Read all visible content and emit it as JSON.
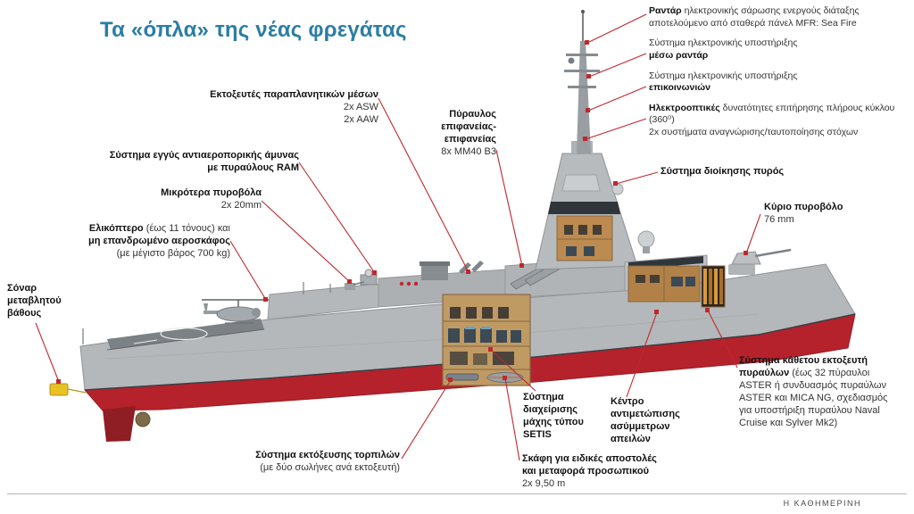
{
  "title": "Τα «όπλα» της νέας φρεγάτας",
  "footer": {
    "source": "Η ΚΑΘΗΜΕΡΙΝΗ"
  },
  "colors": {
    "accent_red": "#c0272d",
    "title_blue": "#2b7da4",
    "hull_red": "#b5222b"
  },
  "labels": {
    "decoys": {
      "title": "Εκτοξευτές παραπλανητικών μέσων",
      "line1": "2x ASW",
      "line2": "2x AAW"
    },
    "ram": {
      "line1": "Σύστημα εγγύς αντιαεροπορικής άμυνας",
      "line2": "με πυραύλους RAM"
    },
    "small_guns": {
      "title": "Μικρότερα πυροβόλα",
      "value": "2x 20mm"
    },
    "helicopter": {
      "bold1": "Ελικόπτερο",
      "rest1": " (έως 11 τόνους) και",
      "bold2": "μη επανδρωμένο αεροσκάφος",
      "rest2": "(με μέγιστο βάρος 700 kg)"
    },
    "sonar": {
      "line1": "Σόναρ",
      "line2": "μεταβλητού",
      "line3": "βάθους"
    },
    "ssm": {
      "line1": "Πύραυλος",
      "line2": "επιφανείας-",
      "line3": "επιφανείας",
      "value": "8x MM40 B3"
    },
    "radar_mfr": {
      "bold": "Ραντάρ",
      "rest": " ηλεκτρονικής σάρωσης ενεργούς διάταξης αποτελούμενο από σταθερά πάνελ MFR: Sea Fire"
    },
    "esm_radar": {
      "line1": "Σύστημα ηλεκτρονικής υποστήριξης",
      "line2": "μέσω ραντάρ"
    },
    "esm_comms": {
      "line1": "Σύστημα ηλεκτρονικής υποστήριξης",
      "line2": "επικοινωνιών"
    },
    "electro_optics": {
      "bold": "Ηλεκτροοπτικές",
      "rest": " δυνατότητες επιτήρησης πλήρους κύκλου (360⁰)",
      "line2": "2x συστήματα αναγνώρισης/ταυτοποίησης στόχων"
    },
    "fire_control": {
      "title": "Σύστημα διοίκησης πυρός"
    },
    "main_gun": {
      "title": "Κύριο πυροβόλο",
      "value": "76 mm"
    },
    "vls": {
      "bold": "Σύστημα κάθετου εκτοξευτή πυραύλων",
      "rest": "(έως 32 πύραυλοι ASTER ή συνδυασμός πυραύλων ASTER και MICA NG, σχεδιασμός για υποστήριξη πυραύλου Naval Cruise και Sylver Mk2)"
    },
    "setis": {
      "line1": "Σύστημα",
      "line2": "διαχείρισης",
      "line3": "μάχης τύπου",
      "line4": "SETIS"
    },
    "asymmetric": {
      "line1": "Κέντρο",
      "line2": "αντιμετώπισης",
      "line3": "ασύμμετρων",
      "line4": "απειλών"
    },
    "torpedo": {
      "title": "Σύστημα εκτόξευσης τορπιλών",
      "sub": "(με δύο σωλήνες ανά εκτοξευτή)"
    },
    "boats": {
      "line1": "Σκάφη για ειδικές αποστολές",
      "line2": "και μεταφορά προσωπικού",
      "value": "2x 9,50 m"
    }
  }
}
